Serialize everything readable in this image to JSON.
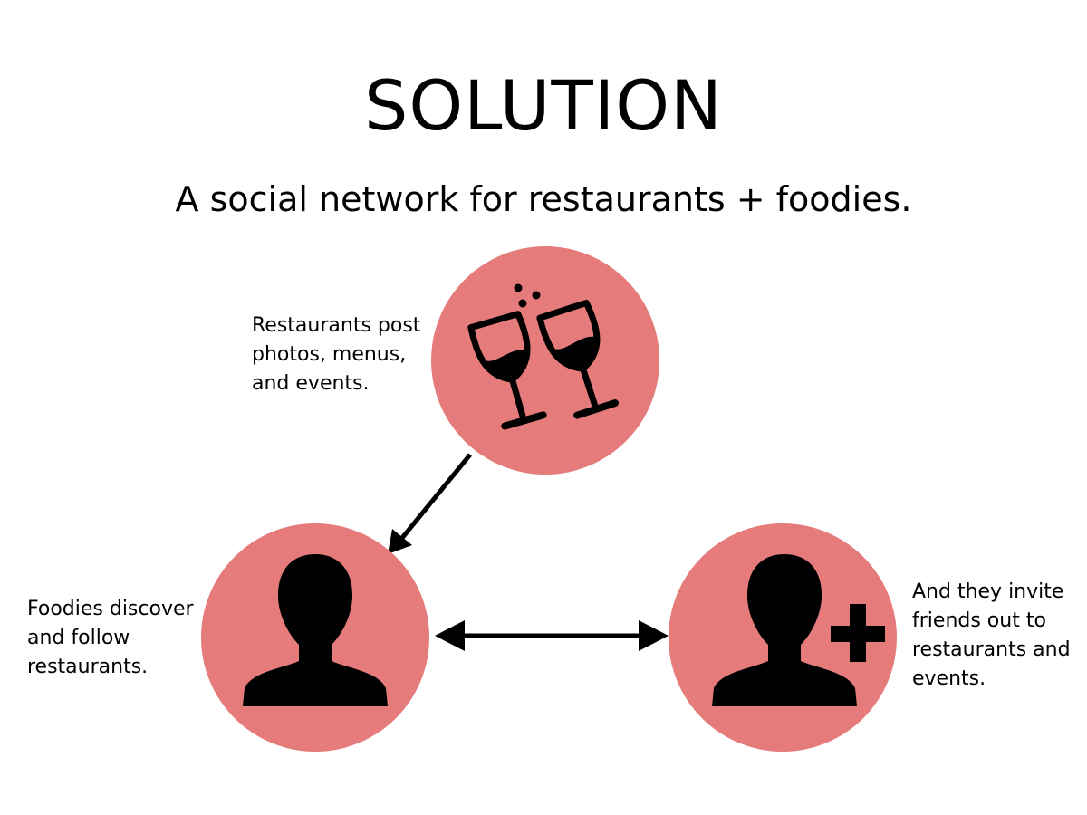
{
  "slide": {
    "title": "SOLUTION",
    "subtitle": "A social network for restaurants + foodies."
  },
  "nodes": {
    "restaurant": {
      "icon": "wine-glasses-toast-icon",
      "caption_lines": [
        "Restaurants post",
        "photos, menus,",
        "and events."
      ]
    },
    "foodie": {
      "icon": "person-silhouette-icon",
      "caption_lines": [
        "Foodies discover",
        "and follow",
        "restaurants."
      ]
    },
    "friend": {
      "icon": "add-person-icon",
      "caption_lines": [
        "And they invite",
        "friends out to",
        "restaurants and",
        "events."
      ]
    }
  },
  "colors": {
    "node_fill": "#e57c7b",
    "icon": "#000000",
    "arrow": "#000000",
    "text": "#000000"
  }
}
